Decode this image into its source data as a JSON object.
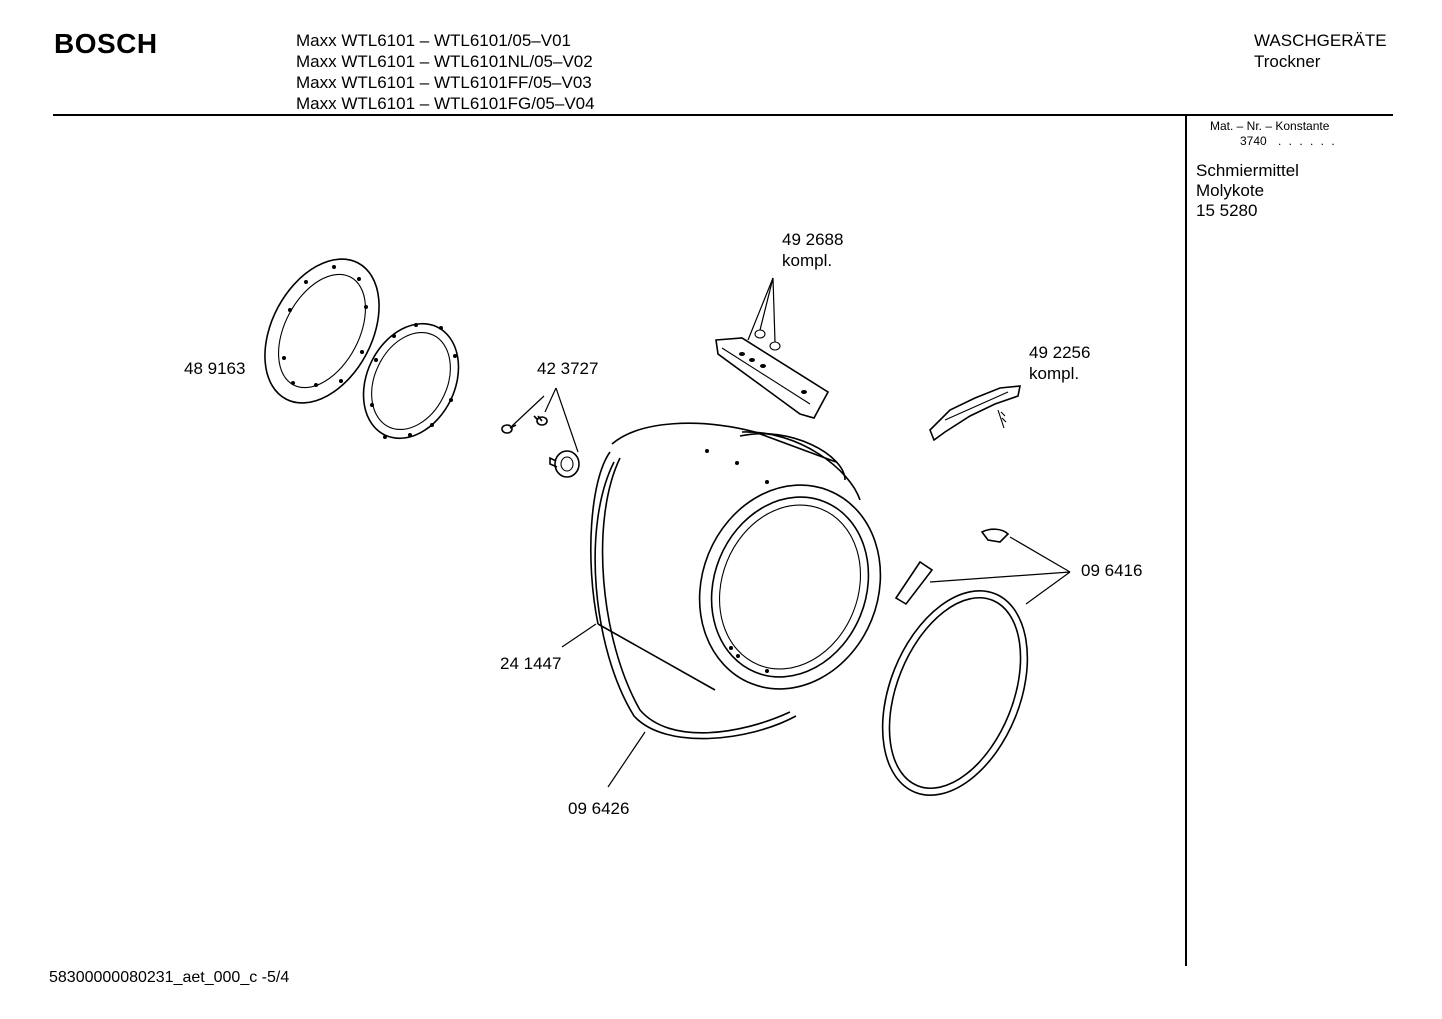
{
  "header": {
    "brand": "BOSCH",
    "models": [
      "Maxx WTL6101 – WTL6101/05–V01",
      "Maxx WTL6101 – WTL6101NL/05–V02",
      "Maxx WTL6101 – WTL6101FF/05–V03",
      "Maxx WTL6101 – WTL6101FG/05–V04"
    ],
    "category": "WASCHGERÄTE",
    "subcategory": "Trockner"
  },
  "sidebar": {
    "constant_label": "Mat. – Nr. – Konstante",
    "constant_value": "3740",
    "constant_dots": ". . . . . .",
    "note_lines": [
      "Schmiermittel",
      "Molykote",
      "15 5280"
    ]
  },
  "parts": {
    "p489163": "48 9163",
    "p423727": "42 3727",
    "p492688": "49 2688",
    "p492688_note": "kompl.",
    "p492256": "49 2256",
    "p492256_note": "kompl.",
    "p096416": "09 6416",
    "p241447": "24 1447",
    "p096426": "09 6426"
  },
  "footer": {
    "doc_id": "58300000080231_aet_000_c -5/4"
  }
}
